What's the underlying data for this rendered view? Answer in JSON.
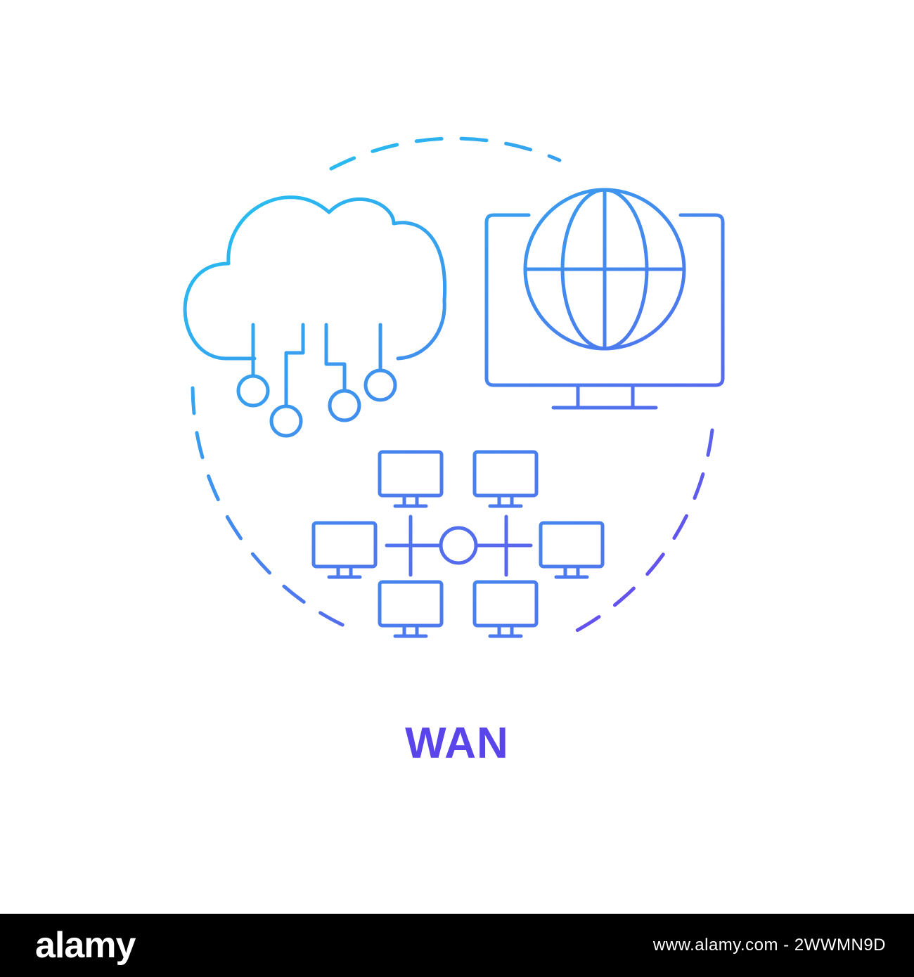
{
  "caption": {
    "text": "WAN"
  },
  "footer": {
    "brand": "alamy",
    "stock_id": "www.alamy.com - 2WWMN9D"
  },
  "icons": [
    "dashed-ring",
    "cloud-circuit-icon",
    "globe-monitor-icon",
    "network-computers-icon"
  ],
  "colors": {
    "gradient_start": "#22c6f0",
    "gradient_end": "#6a45ec",
    "caption": "#5a45ea",
    "footer_background": "#000000",
    "footer_text": "#ffffff",
    "background": "#ffffff"
  }
}
